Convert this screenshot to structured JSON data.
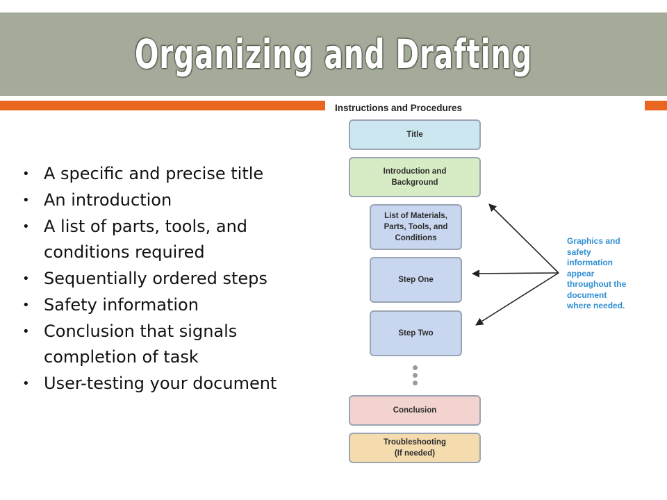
{
  "slide": {
    "title": "Organizing and Drafting",
    "bullets": [
      "A specific and precise title",
      "An introduction",
      "A list of parts, tools, and conditions required",
      "Sequentially ordered steps",
      "Safety information",
      "Conclusion that signals completion of task",
      "User-testing your document"
    ]
  },
  "figure": {
    "heading": "Instructions and Procedures",
    "boxes": {
      "title": "Title",
      "intro": "Introduction and\nBackground",
      "materials": "List of Materials,\nParts, Tools, and\nConditions",
      "step_one": "Step One",
      "step_two": "Step Two",
      "conclusion": "Conclusion",
      "troubleshooting": "Troubleshooting\n(If needed)"
    },
    "callout": "Graphics and\nsafety\ninformation\nappear\nthroughout the\ndocument\nwhere needed."
  },
  "colors": {
    "title_bar": "#a5ab9b",
    "accent_band": "#e9661f",
    "callout_text": "#2f8fd3"
  }
}
